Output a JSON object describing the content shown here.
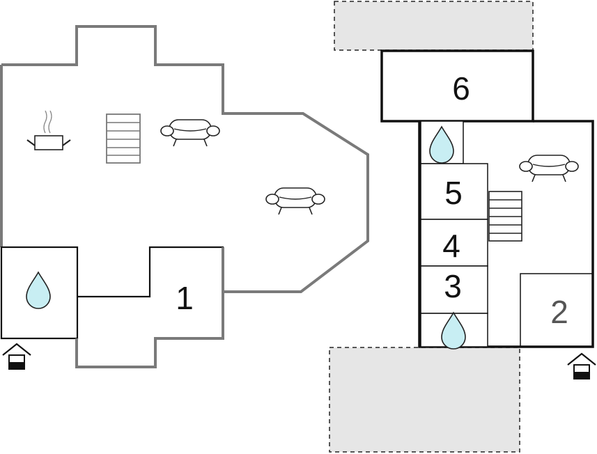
{
  "floors": [
    {
      "rooms": [
        {
          "label": "1",
          "type": "bedroom"
        }
      ],
      "icons": [
        "kitchen-pot-icon",
        "staircase-icon",
        "sofa-icon",
        "sofa-icon",
        "water-drop-icon",
        "entrance-icon"
      ]
    },
    {
      "rooms": [
        {
          "label": "6",
          "type": "bedroom"
        },
        {
          "label": "5",
          "type": "bedroom"
        },
        {
          "label": "4",
          "type": "bedroom"
        },
        {
          "label": "3",
          "type": "bedroom"
        },
        {
          "label": "2",
          "type": "bedroom"
        }
      ],
      "icons": [
        "water-drop-icon",
        "water-drop-icon",
        "sofa-icon",
        "staircase-icon",
        "entrance-icon"
      ],
      "outdoor_areas": [
        "terrace-top",
        "terrace-bottom"
      ]
    }
  ],
  "colors": {
    "wall_left": "#7a7a7a",
    "wall_right": "#111111",
    "water": "#c8eef3",
    "terrace_fill": "#e6e6e6",
    "label_right": "#111111",
    "label_room2": "#555555"
  }
}
